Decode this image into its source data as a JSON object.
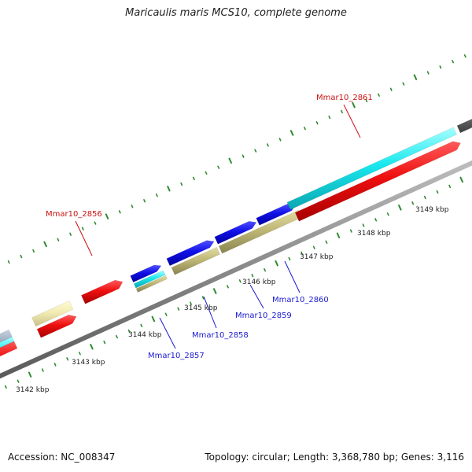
{
  "title": "Maricaulis maris MCS10, complete genome",
  "footer": {
    "accession": "Accession: NC_008347",
    "summary": "Topology: circular; Length: 3,368,780 bp; Genes: 3,116"
  },
  "colors": {
    "backbone": "#8c8c8c",
    "tick": "#2e8b2e",
    "ruler_label": "#222222",
    "callout_blue": "#1a1ad0",
    "callout_red": "#cc1111"
  },
  "ruler": [
    {
      "label": "3142 kbp"
    },
    {
      "label": "3143 kbp"
    },
    {
      "label": "3144 kbp"
    },
    {
      "label": "3145 kbp"
    },
    {
      "label": "3146 kbp"
    },
    {
      "label": "3147 kbp"
    },
    {
      "label": "3148 kbp"
    },
    {
      "label": "3149 kbp"
    }
  ],
  "callouts": [
    {
      "label": "Mmar10_2856"
    },
    {
      "label": "Mmar10_2857"
    },
    {
      "label": "Mmar10_2858"
    },
    {
      "label": "Mmar10_2859"
    },
    {
      "label": "Mmar10_2860"
    },
    {
      "label": "Mmar10_2861"
    }
  ]
}
